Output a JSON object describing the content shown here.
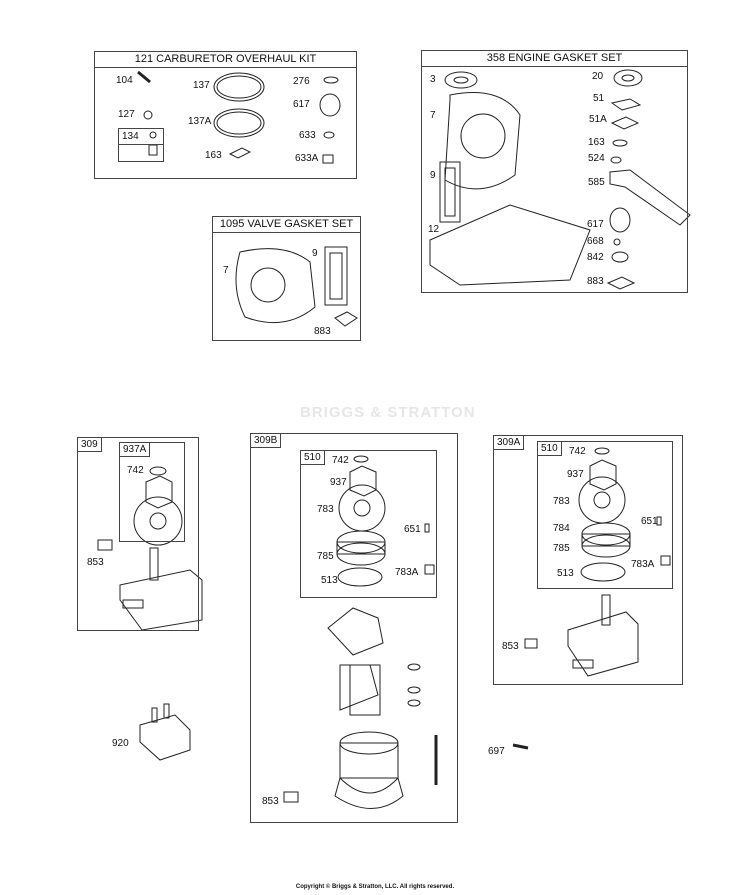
{
  "watermark": "BRIGGS & STRATTON",
  "copyright": "Copyright © Briggs & Stratton, LLC. All rights reserved.",
  "kits": {
    "carb": {
      "title": "121 CARBURETOR OVERHAUL KIT",
      "sub": "134",
      "parts": [
        "104",
        "127",
        "137",
        "137A",
        "163",
        "276",
        "617",
        "633",
        "633A"
      ]
    },
    "valve": {
      "title": "1095 VALVE GASKET SET",
      "parts": [
        "7",
        "9",
        "883"
      ]
    },
    "engine": {
      "title": "358 ENGINE GASKET SET",
      "parts": [
        "3",
        "7",
        "9",
        "12",
        "20",
        "51",
        "51A",
        "163",
        "524",
        "585",
        "617",
        "668",
        "842",
        "883"
      ]
    }
  },
  "starters": {
    "s309": {
      "tag": "309",
      "sub": "937A",
      "parts": [
        "742",
        "853"
      ]
    },
    "s309b": {
      "tag": "309B",
      "sub": "510",
      "parts": [
        "742",
        "937",
        "783",
        "651",
        "785",
        "513",
        "783A",
        "853"
      ]
    },
    "s309a": {
      "tag": "309A",
      "sub": "510",
      "parts": [
        "742",
        "937",
        "783",
        "784",
        "651",
        "785",
        "513",
        "783A",
        "853"
      ]
    }
  },
  "loose": {
    "solenoid": "920",
    "bolt": "697"
  }
}
